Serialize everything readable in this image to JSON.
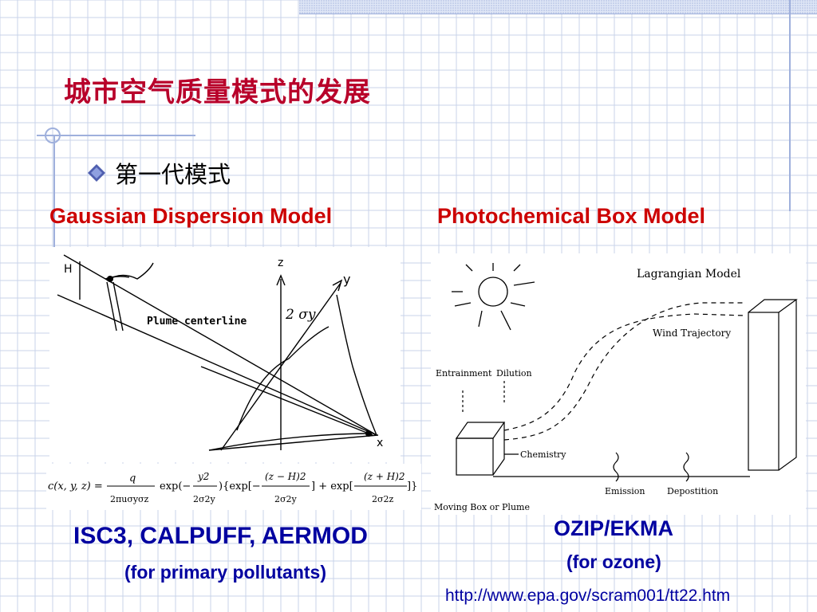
{
  "slide": {
    "title": "城市空气质量模式的发展",
    "bullet": "第一代模式",
    "colors": {
      "title": "#b8002a",
      "header": "#cc0000",
      "blue_text": "#0000a0",
      "grid": "#c9d3ea",
      "frame": "#9fb0dc"
    }
  },
  "left_panel": {
    "header": "Gaussian Dispersion Model",
    "figure": {
      "label_h": "H",
      "label_z": "z",
      "label_y": "y",
      "label_x": "x",
      "label_plume": "Plume centerline",
      "label_sigma": "2 σy"
    },
    "formula": {
      "lhs": "c(x, y, z) =",
      "frac1_num": "q",
      "frac1_den": "2πuσyσz",
      "exp1": "exp(−",
      "frac2_num": "y2",
      "frac2_den": "2σ2y",
      "mid": "){exp[−",
      "frac3_num": "(z − H)2",
      "frac3_den": "2σ2y",
      "plus": "] + exp[−",
      "frac4_num": "(z + H)2",
      "frac4_den": "2σ2z",
      "end": "]}"
    },
    "models": "ISC3, CALPUFF, AERMOD",
    "models_note": "(for primary pollutants)"
  },
  "right_panel": {
    "header": "Photochemical Box Model",
    "figure": {
      "lagrangian": "Lagrangian Model",
      "wind": "Wind Trajectory",
      "entrainment": "Entrainment",
      "dilution": "Dilution",
      "chemistry": "Chemistry",
      "emission": "Emission",
      "deposition": "Depostition",
      "moving_box": "Moving Box or Plume"
    },
    "models": "OZIP/EKMA",
    "models_note": "(for ozone)",
    "url": "http://www.epa.gov/scram001/tt22.htm"
  }
}
